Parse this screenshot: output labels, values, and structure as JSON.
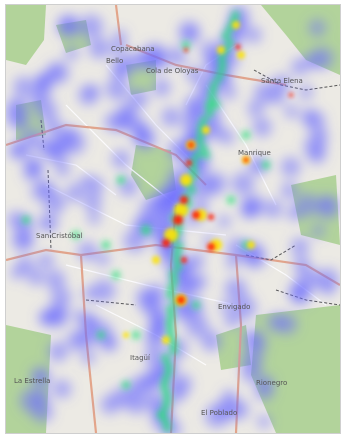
{
  "map": {
    "labels": {
      "north": "Copacabana",
      "bello": "Bello",
      "north_center": "Cola de Oloyas",
      "east": "Santa Elena",
      "mid_east": "Manrique",
      "west": "San Cristóbal",
      "center_south": "Envigado",
      "south_west": "Itagüí",
      "south_east": "Rionegro",
      "south": "La Estrella",
      "bottom": "El Poblado"
    },
    "colors": {
      "land": "#eceae4",
      "green_area": "#a8cf8e",
      "road_major": "#e3a58a",
      "road_minor": "#ffffff",
      "heat_low": "#6b6bff",
      "heat_mid": "#28e07a",
      "heat_high": "#ffe600",
      "heat_peak": "#ff1e00"
    }
  }
}
